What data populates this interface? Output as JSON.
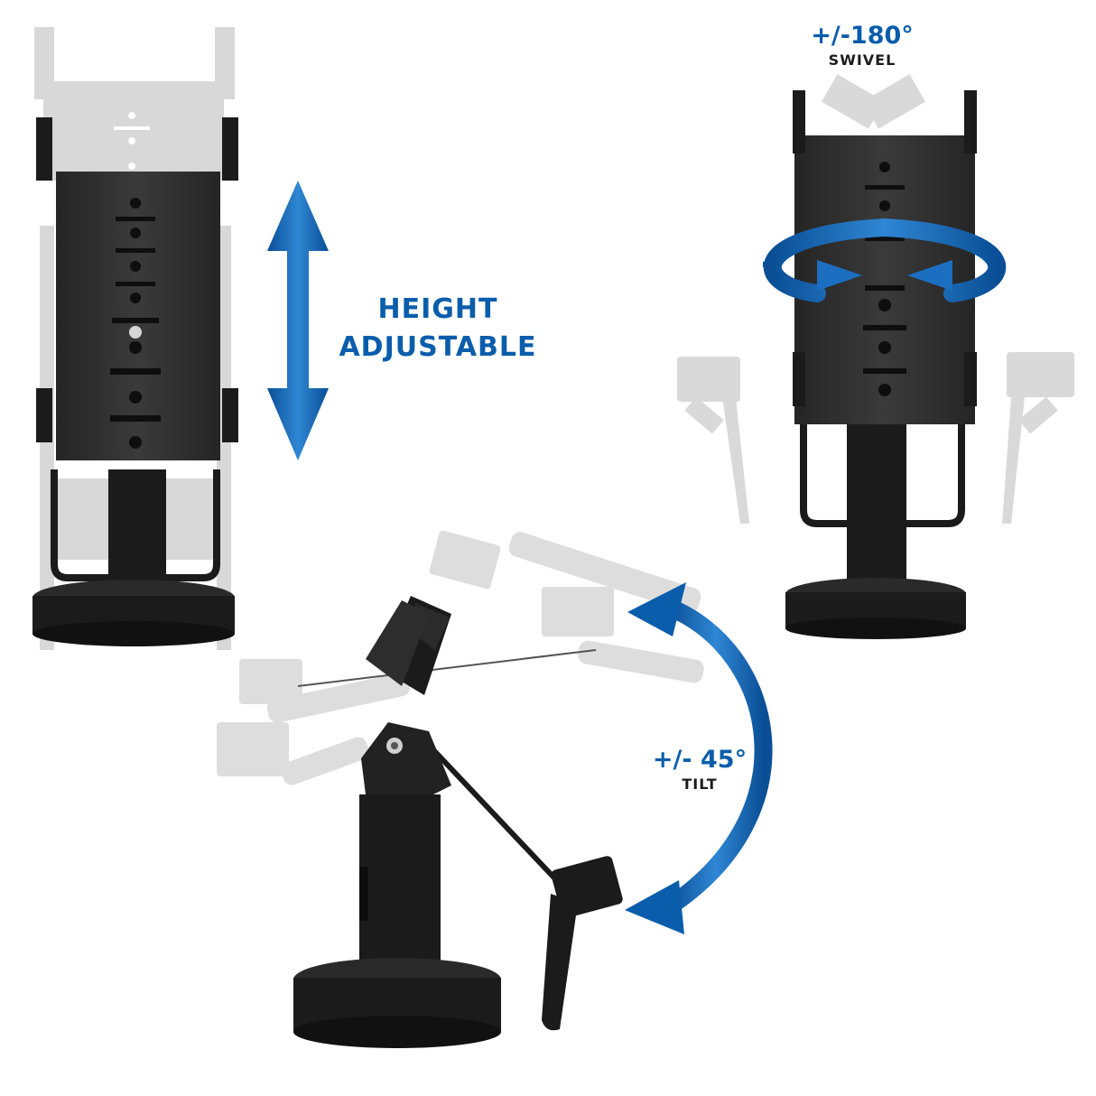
{
  "colors": {
    "accent_blue": "#0a5dab",
    "arrow_light": "#3f93dd",
    "dark_text": "#1c1c1c",
    "mount_black": "#1b1b1b",
    "plate_dark": "#2c2c2c",
    "ghost_gray": "#bdbdbd"
  },
  "labels": {
    "height_line1": "HEIGHT",
    "height_line2": "ADJUSTABLE",
    "swivel_value": "+/-180°",
    "swivel_text": "SWIVEL",
    "tilt_value": "+/- 45°",
    "tilt_text": "TILT"
  },
  "icons": [
    "height-arrow-icon",
    "swivel-arrow-icon",
    "tilt-arrow-icon"
  ]
}
